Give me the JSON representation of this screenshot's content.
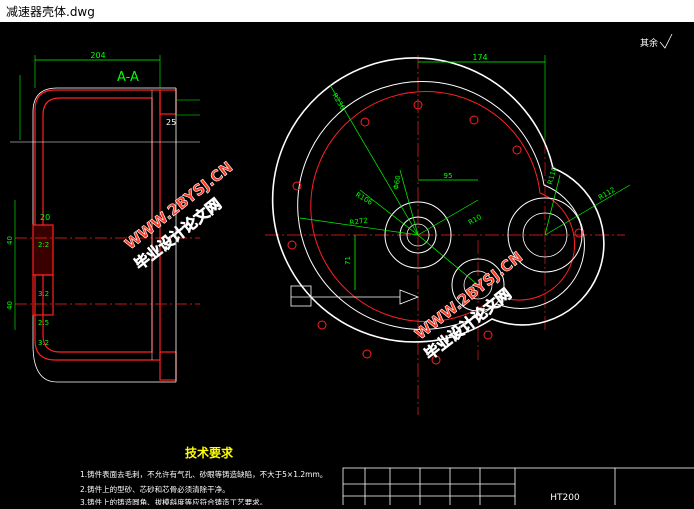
{
  "window": {
    "title": "减速器壳体.dwg"
  },
  "drawing": {
    "section_label": "A-A",
    "corner_note": "其余",
    "dims_left": {
      "top_width": "204",
      "depth": "25",
      "d1": "20",
      "d2": "2:2",
      "d3": "3.2",
      "d4": "2.5",
      "d5": "3.2",
      "v1": "40",
      "v2": "40"
    },
    "dims_right": {
      "top": "174",
      "r_a": "R236",
      "r_b": "R106",
      "r_c": "R272",
      "r_d": "R10",
      "r_e": "R112",
      "r_f": "R110",
      "h1": "95",
      "h2": "71",
      "phi": "Φ60"
    },
    "tech_title": "技术要求",
    "tech_notes": [
      "1.铸件表面去毛刺，不允许有气孔、砂眼等铸造缺陷，不大于5×1.2mm。",
      "2.铸件上的型砂、芯砂和芯骨必须清除干净。",
      "3.铸件上的铸造圆角、拔模斜度等应符合铸造工艺要求。"
    ],
    "material": "HT200"
  },
  "watermark": {
    "site": "WWW.2BYSJ.CN",
    "name": "毕业设计论文网"
  },
  "colors": {
    "green": "#00ff00",
    "red": "#ff2020",
    "white": "#ffffff",
    "cyan": "#00ffff",
    "yellow": "#ffff00",
    "wm": "#ff3a22",
    "wmOutline": "#ffffff"
  }
}
